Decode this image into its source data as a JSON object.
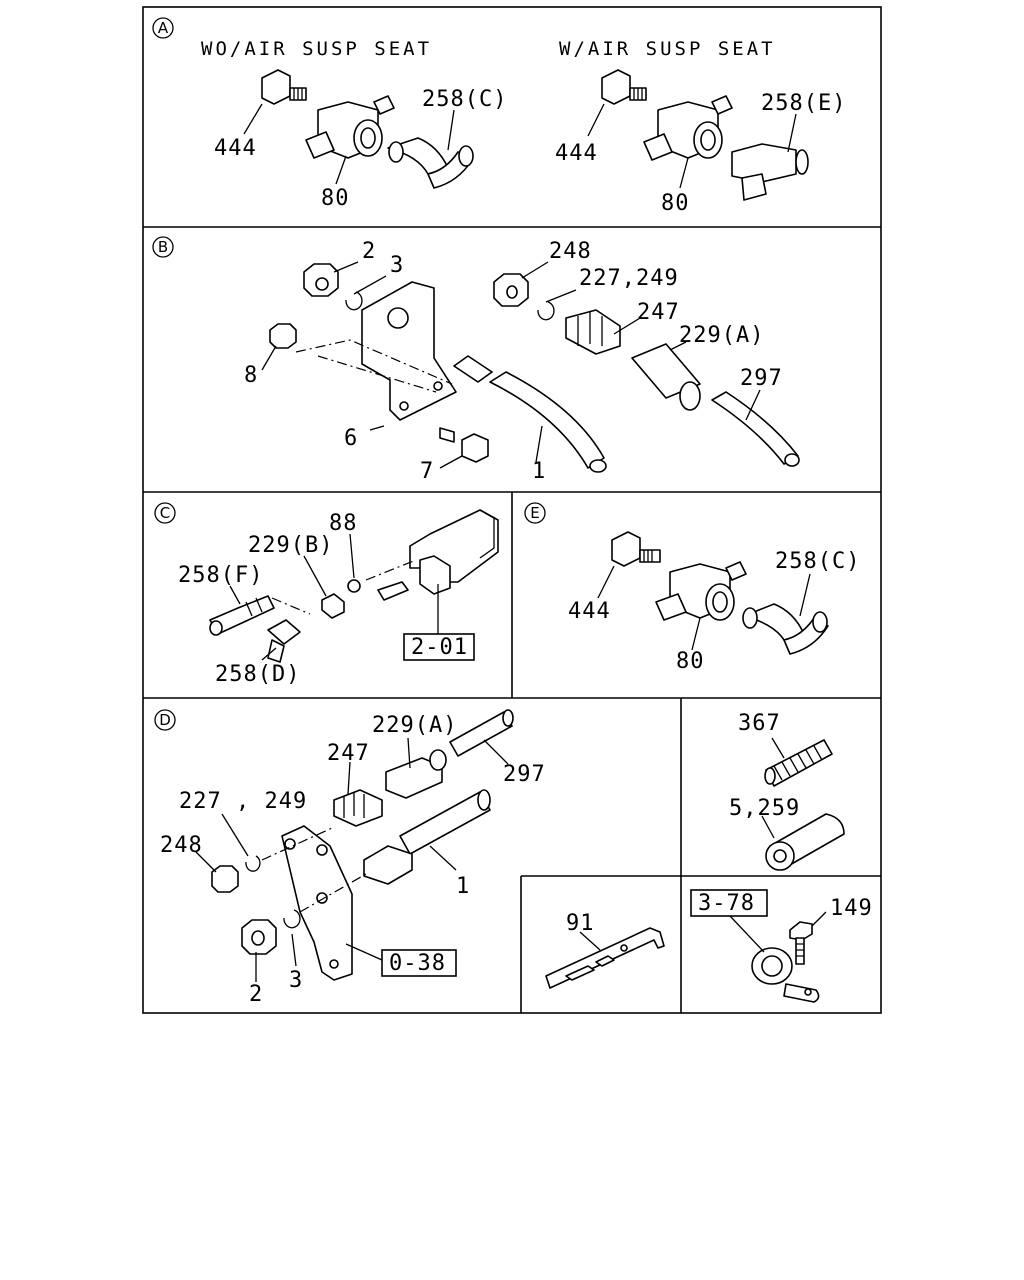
{
  "sections": {
    "A": {
      "marker": "A",
      "left": {
        "heading": "WO/AIR SUSP SEAT",
        "labels": [
          "444",
          "258(C)",
          "80"
        ]
      },
      "right": {
        "heading": "W/AIR SUSP SEAT",
        "labels": [
          "444",
          "258(E)",
          "80"
        ]
      }
    },
    "B": {
      "marker": "B",
      "labels": [
        "2",
        "3",
        "8",
        "6",
        "7",
        "248",
        "227,249",
        "247",
        "229(A)",
        "297",
        "1"
      ]
    },
    "C": {
      "marker": "C",
      "labels": [
        "88",
        "229(B)",
        "258(F)",
        "258(D)"
      ],
      "ref_box": "2-01"
    },
    "E": {
      "marker": "E",
      "labels": [
        "444",
        "258(C)",
        "80"
      ]
    },
    "D": {
      "marker": "D",
      "labels": [
        "229(A)",
        "247",
        "297",
        "227 , 249",
        "248",
        "1",
        "2",
        "3"
      ],
      "ref_box": "0-38"
    },
    "misc": {
      "hose": {
        "labels": [
          "367",
          "5,259"
        ]
      },
      "bracket": {
        "labels": [
          "91"
        ]
      },
      "clip": {
        "labels": [
          "149"
        ],
        "ref_box": "3-78"
      }
    }
  }
}
